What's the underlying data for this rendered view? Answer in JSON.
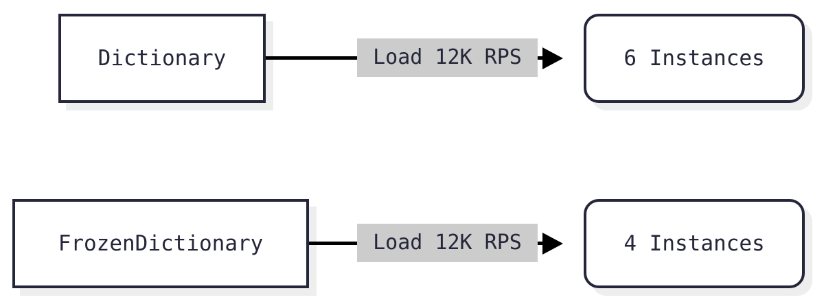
{
  "diagram": {
    "type": "flowchart",
    "direction": "left-to-right",
    "background_color": "#ffffff",
    "node_border_color": "#252639",
    "node_fill_color": "#ffffff",
    "node_shadow_color": "#eeeeee",
    "edge_color": "#000000",
    "edge_label_background": "#cccccc",
    "text_color": "#252639",
    "flows": [
      {
        "id": "flow-dictionary",
        "source": {
          "id": "dictionary",
          "label": "Dictionary",
          "shape": "rectangle"
        },
        "edge": {
          "id": "edge-top",
          "label": "Load 12K RPS",
          "arrow": "solid-triangle"
        },
        "target": {
          "id": "six-instances",
          "label": "6 Instances",
          "shape": "stadium"
        }
      },
      {
        "id": "flow-frozendictionary",
        "source": {
          "id": "frozendictionary",
          "label": "FrozenDictionary",
          "shape": "rectangle"
        },
        "edge": {
          "id": "edge-bottom",
          "label": "Load 12K RPS",
          "arrow": "solid-triangle"
        },
        "target": {
          "id": "four-instances",
          "label": "4 Instances",
          "shape": "stadium"
        }
      }
    ]
  }
}
